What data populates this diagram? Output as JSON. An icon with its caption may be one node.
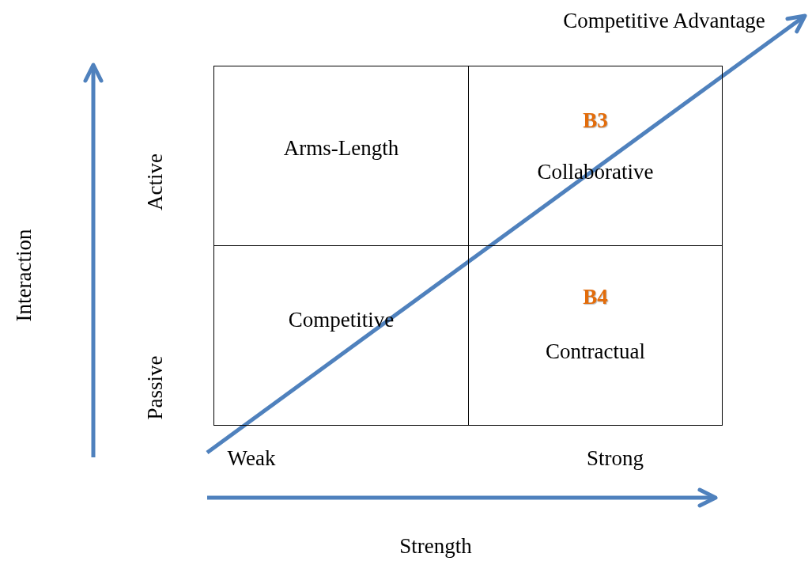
{
  "diagram": {
    "nodes": [
      {
        "text": [
          "Arms-Length"
        ]
      },
      {
        "text": [
          "B3",
          "Collaborative"
        ]
      },
      {
        "text": [
          "Competitive"
        ]
      },
      {
        "text": [
          "B4",
          "Contractual"
        ]
      }
    ],
    "labels": [
      "Competitive Advantage",
      "Interaction",
      "Active",
      "Passive",
      "Weak",
      "Strong",
      "Strength"
    ]
  }
}
